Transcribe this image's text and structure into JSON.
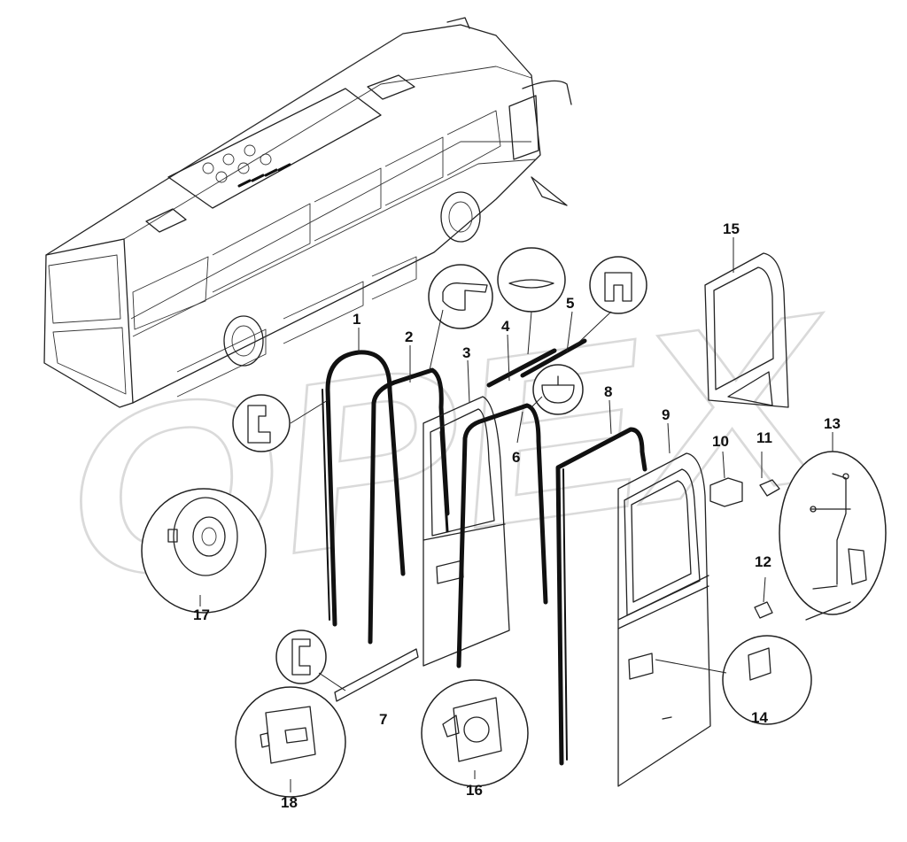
{
  "diagram": {
    "callouts": {
      "p1": "1",
      "p2": "2",
      "p3": "3",
      "p4": "4",
      "p5": "5",
      "p6": "6",
      "p7": "7",
      "p8": "8",
      "p9": "9",
      "p10": "10",
      "p11": "11",
      "p12": "12",
      "p13": "13",
      "p14": "14",
      "p15": "15",
      "p16": "16",
      "p17": "17",
      "p18": "18"
    },
    "watermark": "OPEX",
    "colors": {
      "line": "#222222",
      "watermark": "#cfcfcf",
      "background": "#ffffff"
    }
  }
}
